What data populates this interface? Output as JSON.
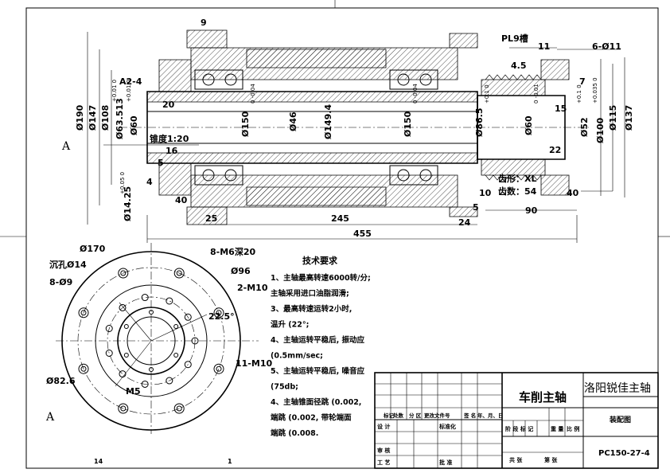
{
  "section_marks": {
    "a_top": "A",
    "a_bottom": "A"
  },
  "dims_main": {
    "d9": "9",
    "pl9": "PL9槽",
    "d11": "11",
    "d4_5": "4.5",
    "six_d11": "6-Ø11",
    "a2_4": "A2-4",
    "d20": "20",
    "d7": "7",
    "d15": "15",
    "d190": "Ø190",
    "d147": "Ø147",
    "d108": "Ø108",
    "d63": "Ø63.513",
    "d63_tol": "+0.01 0",
    "d60a": "Ø60",
    "d60a_tol": "+0.01 0",
    "d150a": "Ø150",
    "d150a_tol": "0 -0.04",
    "d46": "Ø46",
    "d149": "Ø149.4",
    "d150b": "Ø150",
    "d150b_tol": "0 -0.04",
    "d86": "Ø86.5",
    "d86_tol": "+0.1 0",
    "d60b": "Ø60",
    "d60b_tol": "0 -0.01",
    "d52": "Ø52",
    "d52_tol": "+0.1 0",
    "d100": "Ø100",
    "d100_tol": "+0.035 0",
    "d115": "Ø115",
    "d137": "Ø137",
    "taper": "锥度1:20",
    "d16": "16",
    "d5": "5",
    "d4": "4",
    "d40a": "40",
    "d14": "Ø14.25",
    "d14_tol": "+0.05 0",
    "d25": "25",
    "d245": "245",
    "d455": "455",
    "d24": "24",
    "d5b": "5",
    "d10": "10",
    "d22": "22",
    "d40b": "40",
    "d90": "90",
    "tooth_shape": "齿形：XL",
    "tooth_count": "齿数：54"
  },
  "dims_flange": {
    "d170": "Ø170",
    "hole14": "沉孔Ø14",
    "eight_d9": "8-Ø9",
    "m6": "8-M6深20",
    "d96": "Ø96",
    "m10a": "2-M10",
    "angle": "22.5°",
    "m10b": "11-M10",
    "d82": "Ø82.6",
    "m5": "M5"
  },
  "notes": {
    "title": "技术要求",
    "lines": [
      "1、主轴最高转速6000转/分;",
      "   主轴采用进口油脂润滑;",
      "3、最高转速运转2小时,",
      "   温升 (22°;",
      "4、主轴运转平稳后, 振动应",
      "   (0.5mm/sec;",
      "5、主轴运转平稳后, 噪音应",
      "   (75db;",
      "4、主轴锥面径跳 (0.002,",
      "   端跳 (0.002, 带轮端面",
      "   端跳 (0.008."
    ]
  },
  "title_block": {
    "part_name": "车削主轴",
    "company": "洛阳锐佳主轴",
    "drawing_type": "装配图",
    "drawing_no": "PC150-27-4",
    "rev_labels": [
      "标记",
      "处数",
      "分 区",
      "更改文件号",
      "签 名",
      "年、月、日"
    ],
    "role_design": "设 计",
    "role_std": "标准化",
    "role_review": "审 核",
    "role_process": "工 艺",
    "role_approve": "批 准",
    "stage_labels": [
      "阶 段 标 记",
      "重 量",
      "比 例"
    ],
    "sheet_total": "共   张",
    "sheet_no": "第   张"
  },
  "border_marks": {
    "bottom_left": "14",
    "bottom_mid": "1"
  }
}
